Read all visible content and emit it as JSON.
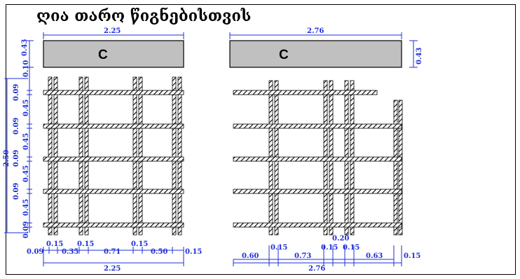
{
  "title": "ღია თარო წიგნებისთვის",
  "colors": {
    "dimension": "#1e2fd8",
    "panel_fill": "#c0c0c0",
    "hatch": "#000000"
  },
  "left_unit": {
    "top_panel": {
      "label": "C",
      "width_dim": "2.25",
      "height_dim": "0.43"
    },
    "left_vertical_dims": [
      "0.10",
      "0.09",
      "0.45",
      "0.09",
      "0.45",
      "0.09",
      "0.45",
      "0.09",
      "0.45",
      "0.09"
    ],
    "height_dim": "2.50",
    "bottom_dims_upper": [
      "0.15",
      "0.15",
      "0.15"
    ],
    "bottom_dims_lower": [
      "0.09",
      "0.35",
      "0.71",
      "0.50",
      "0.15"
    ],
    "total_dim": "2.25"
  },
  "right_unit": {
    "top_panel": {
      "label": "C",
      "width_dim": "2.76",
      "height_dim": "0.43"
    },
    "bottom_dims_upper": [
      "0.20",
      "0.15",
      "0.15",
      "0.15"
    ],
    "bottom_dims_lower": [
      "0.60",
      "0.73",
      "0.63",
      "0.15"
    ],
    "total_dim": "2.76"
  }
}
